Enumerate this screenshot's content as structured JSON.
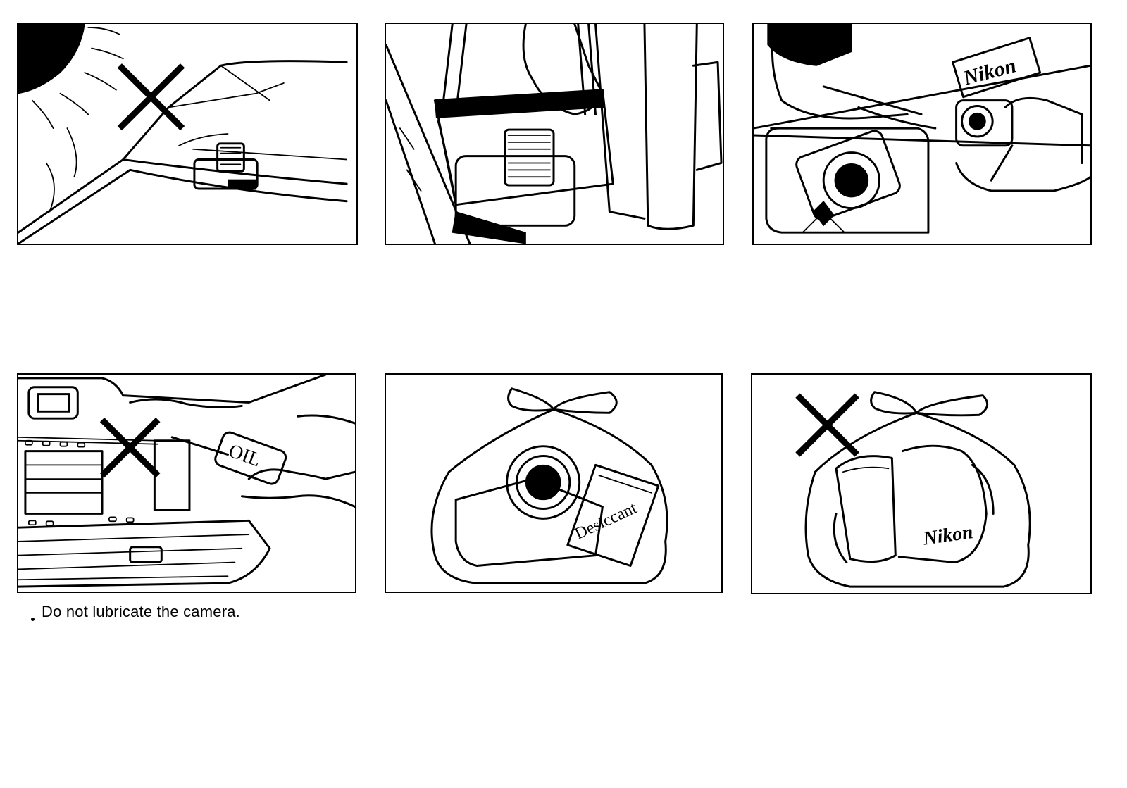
{
  "caption": {
    "text": "Do not lubricate the camera."
  },
  "labels": {
    "nikon_sign": "Nikon",
    "oil_can": "OIL",
    "desiccant": "Desiccant",
    "nikon_case": "Nikon"
  }
}
